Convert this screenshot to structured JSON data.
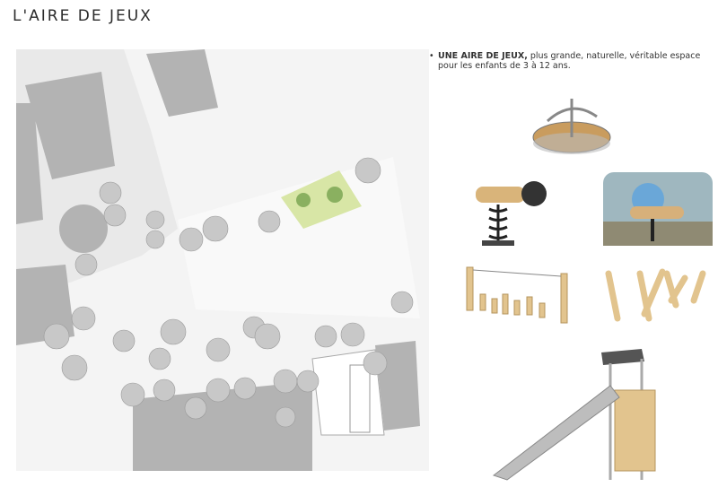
{
  "page_title": "L'AIRE DE JEUX",
  "description": {
    "bullet": "•",
    "bold": "UNE AIRE DE JEUX,",
    "text": " plus grande, naturelle, véritable espace pour les enfants de 3 à 12 ans."
  },
  "colors": {
    "playground": "#d8e6a6",
    "building": "#b3b3b3",
    "tree": "#c8c8c8"
  }
}
